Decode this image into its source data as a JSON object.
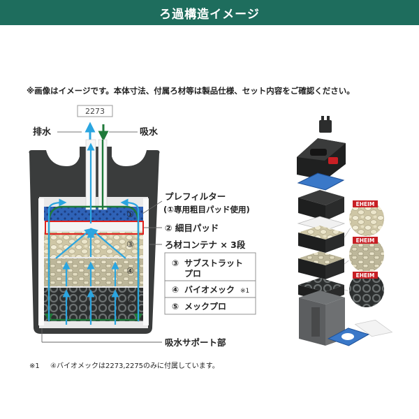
{
  "header": {
    "title": "ろ過構造イメージ"
  },
  "notes": {
    "top": "※画像はイメージです。本体寸法、付属ろ材等は製品仕様、セット内容をご確認ください。",
    "bottom_mark": "※1",
    "bottom_text": "④バイオメックは2273,2275のみに付属しています。"
  },
  "diagram": {
    "model_box": "2273",
    "outlet_label": "排水",
    "inlet_label": "吸水",
    "layer_numbers": [
      "①",
      "③",
      "④",
      "⑤"
    ],
    "prefilter_title": "プレフィルター",
    "prefilter_sub": "(①専用粗目パッド使用)",
    "fine_pad": "② 細目パッド",
    "container_title": "ろ材コンテナ × 3段",
    "media": [
      {
        "num": "③",
        "line1": "サブストラット",
        "line2": "プロ"
      },
      {
        "num": "④",
        "line1": "バイオメック",
        "note": "※1"
      },
      {
        "num": "⑤",
        "line1": "メックプロ"
      }
    ],
    "support": "吸水サポート部"
  },
  "colors": {
    "banner": "#1e6d5d",
    "arrow_blue": "#2aa5e0",
    "arrow_green": "#1f7a3a",
    "highlight": "#e0201c",
    "prefilter_blue": "#2f63b8"
  },
  "product": {
    "callout_logos": [
      "EHEIM",
      "EHEIM",
      "EHEIM"
    ]
  }
}
